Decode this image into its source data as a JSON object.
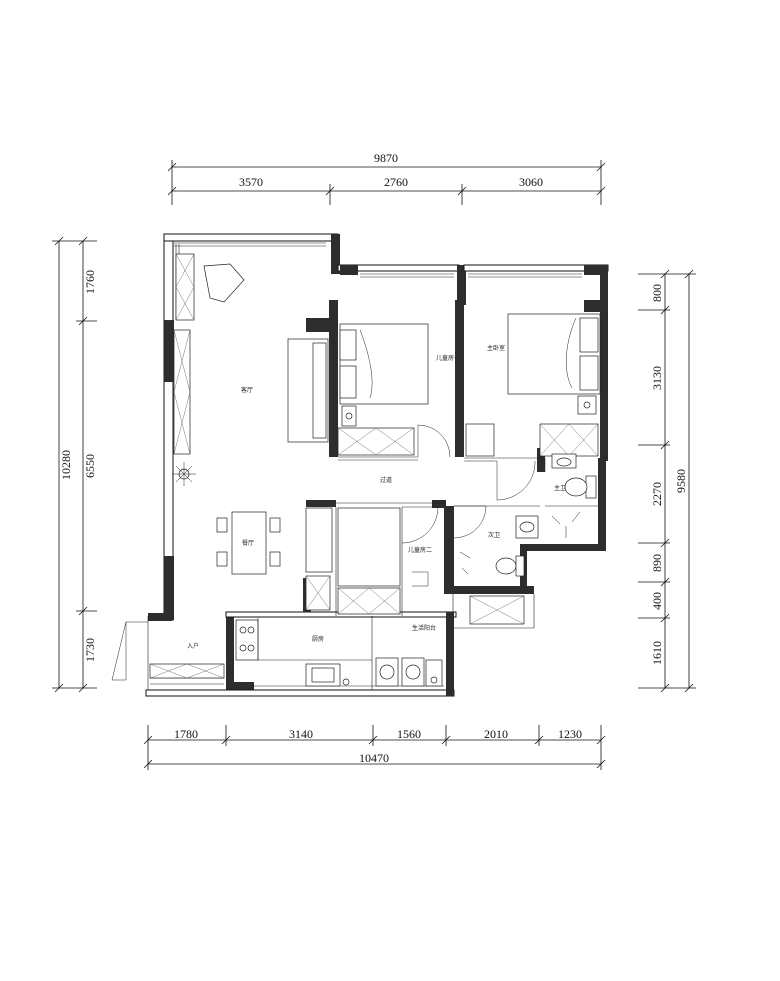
{
  "dimensions": {
    "top_total": "9870",
    "top_segments": [
      "3570",
      "2760",
      "3060"
    ],
    "bottom_segments": [
      "1780",
      "3140",
      "1560",
      "2010",
      "1230"
    ],
    "bottom_total": "10470",
    "left_total": "10280",
    "left_segments": [
      "1760",
      "6550",
      "1730"
    ],
    "right_total": "9580",
    "right_segments": [
      "800",
      "3130",
      "2270",
      "890",
      "400",
      "1610"
    ]
  },
  "rooms": {
    "living_room": "客厅",
    "dining_room": "餐厅",
    "corridor": "过道",
    "kids_room_1": "儿童房一",
    "kids_room_2": "儿童房二",
    "master_bedroom": "主卧室",
    "master_bath": "主卫",
    "guest_bath": "次卫",
    "kitchen": "厨房",
    "laundry_balcony": "生活阳台",
    "entrance": "入户"
  }
}
